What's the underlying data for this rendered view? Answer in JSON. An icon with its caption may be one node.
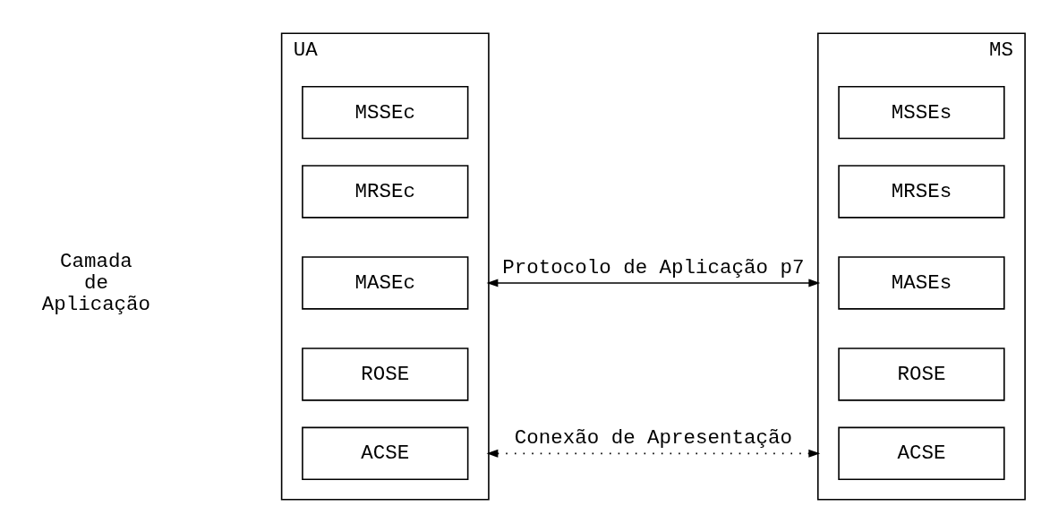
{
  "diagram": {
    "nodes": [
      {
        "text": [
          "UA"
        ]
      },
      {
        "text": [
          "MSSEc"
        ],
        "in": 0
      },
      {
        "text": [
          "MRSEc"
        ],
        "in": 0
      },
      {
        "text": [
          "MASEc"
        ],
        "in": 0
      },
      {
        "text": [
          "ROSE"
        ],
        "in": 0
      },
      {
        "text": [
          "ACSE"
        ],
        "in": 0
      },
      {
        "text": [
          "MS"
        ]
      },
      {
        "text": [
          "MSSEs"
        ],
        "in": 6
      },
      {
        "text": [
          "MRSEs"
        ],
        "in": 6
      },
      {
        "text": [
          "MASEs"
        ],
        "in": 6
      },
      {
        "text": [
          "ROSE"
        ],
        "in": 6
      },
      {
        "text": [
          "ACSE"
        ],
        "in": 6
      }
    ],
    "edges": [
      {
        "from": 0,
        "to": 6,
        "arrow": "both",
        "label": "Protocolo de Aplicação p7"
      },
      {
        "from": 0,
        "to": 6,
        "arrow": "both",
        "style": "dashed",
        "label": "Conexão de Apresentação"
      }
    ],
    "labels": [
      "Camada de Aplicação"
    ]
  }
}
